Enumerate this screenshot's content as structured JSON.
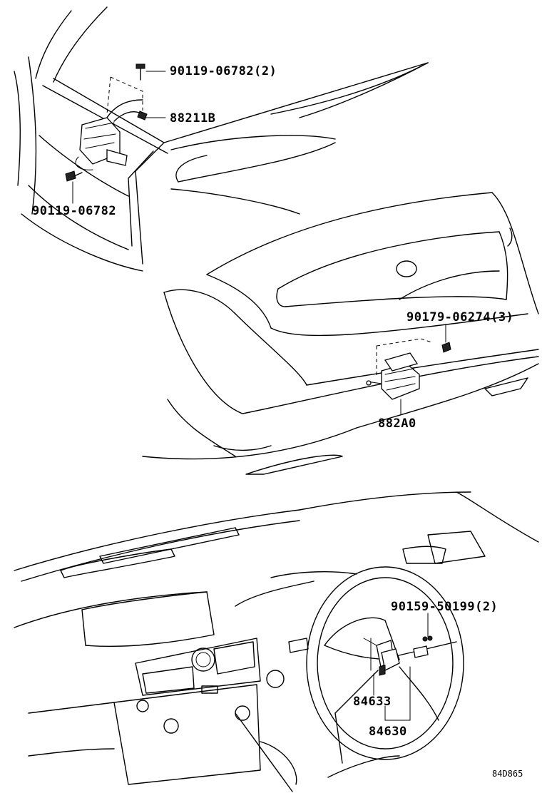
{
  "labels": {
    "bolt_top": "90119-06782(2)",
    "part_front_sensor": "88211B",
    "bolt_left": "90119-06782",
    "nut_rear": "90179-06274(3)",
    "part_rear_unit": "882A0",
    "screw_wheel": "90159-50199(2)",
    "switch_a": "84633",
    "switch_assy": "84630"
  },
  "figure_code": "84D865"
}
